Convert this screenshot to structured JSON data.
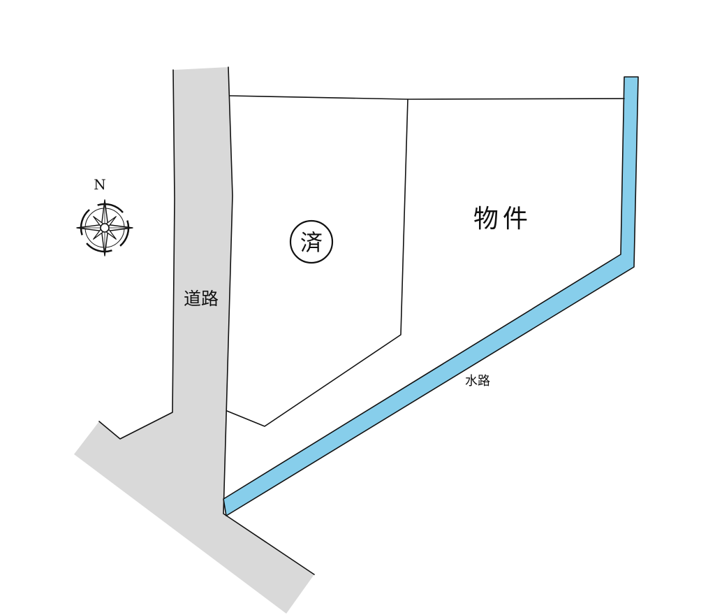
{
  "labels": {
    "road": "道路",
    "property": "物件",
    "waterway": "水路",
    "sold_mark": "済",
    "north": "N"
  },
  "colors": {
    "road": "#d9d9d9",
    "waterway": "#87ceeb",
    "outline": "#111111",
    "background": "#ffffff"
  },
  "icons": {
    "compass": "compass-rose-icon"
  }
}
